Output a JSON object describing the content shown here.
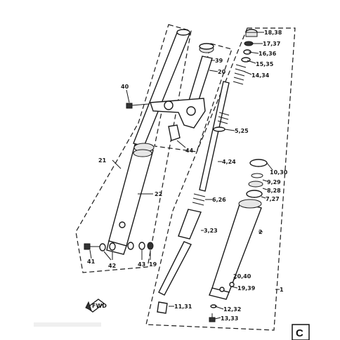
{
  "labels": {
    "l1": "1",
    "l2": "2",
    "l3_23": "3,23",
    "l4_24": "4,24",
    "l5_25": "5,25",
    "l6_26": "6,26",
    "l7_27": "7,27",
    "l8_28": "8,28",
    "l9_29": "9,29",
    "l10_30": "10,30",
    "l11_31": "11,31",
    "l12_32": "12,32",
    "l13_33": "13,33",
    "l14_34": "14,34",
    "l15_35": "15,35",
    "l16_36": "16,36",
    "l17_37": "17,37",
    "l18_38": "18,38",
    "l19": "19",
    "l19_39": "19,39",
    "l20": "20",
    "l20_40": "20,40",
    "l21": "21",
    "l22": "22",
    "l39": "39",
    "l40": "40",
    "l41": "41",
    "l42": "42",
    "l43": "43",
    "l44": "44"
  },
  "fwd_mark": "FWD",
  "corner_letter": "C"
}
